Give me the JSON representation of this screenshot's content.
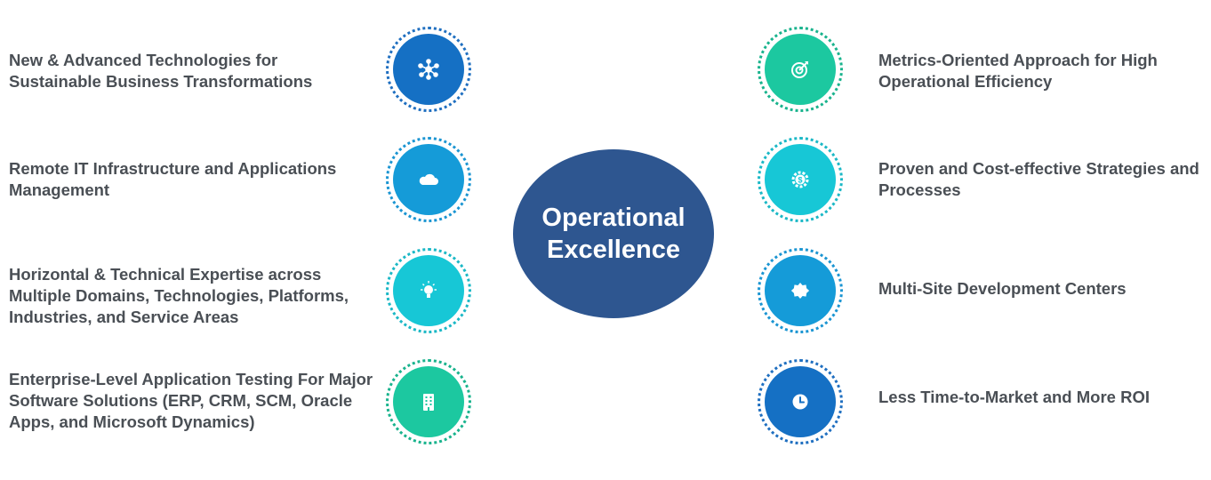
{
  "center": {
    "title": "Operational Excellence"
  },
  "left_items": [
    {
      "label": "New & Advanced Technologies for Sustainable Business Transformations",
      "icon": "network-nodes-icon",
      "color": "#1570c4",
      "ring": "#1f6fc0"
    },
    {
      "label": "Remote IT Infrastructure and Applications Management",
      "icon": "cloud-icon",
      "color": "#159bd8",
      "ring": "#1b95d2"
    },
    {
      "label": "Horizontal & Technical Expertise across Multiple Domains, Technologies, Platforms, Industries, and Service Areas",
      "icon": "lightbulb-icon",
      "color": "#17c7d6",
      "ring": "#1bb8c6"
    },
    {
      "label": "Enterprise-Level Application Testing For Major Software Solutions (ERP, CRM, SCM, Oracle Apps, and Microsoft Dynamics)",
      "icon": "building-icon",
      "color": "#1cc8a0",
      "ring": "#19b38d"
    }
  ],
  "right_items": [
    {
      "label": "Metrics-Oriented Approach for High Operational Efficiency",
      "icon": "target-icon",
      "color": "#1cc8a0",
      "ring": "#19b38d"
    },
    {
      "label": "Proven and Cost-effective Strategies and Processes",
      "icon": "gear-dollar-icon",
      "color": "#17c7d6",
      "ring": "#1bb8c6"
    },
    {
      "label": "Multi-Site Development Centers",
      "icon": "badge-star-icon",
      "color": "#159bd8",
      "ring": "#1b95d2"
    },
    {
      "label": "Less Time-to-Market and More ROI",
      "icon": "clock-icon",
      "color": "#1570c4",
      "ring": "#1f6fc0"
    }
  ]
}
